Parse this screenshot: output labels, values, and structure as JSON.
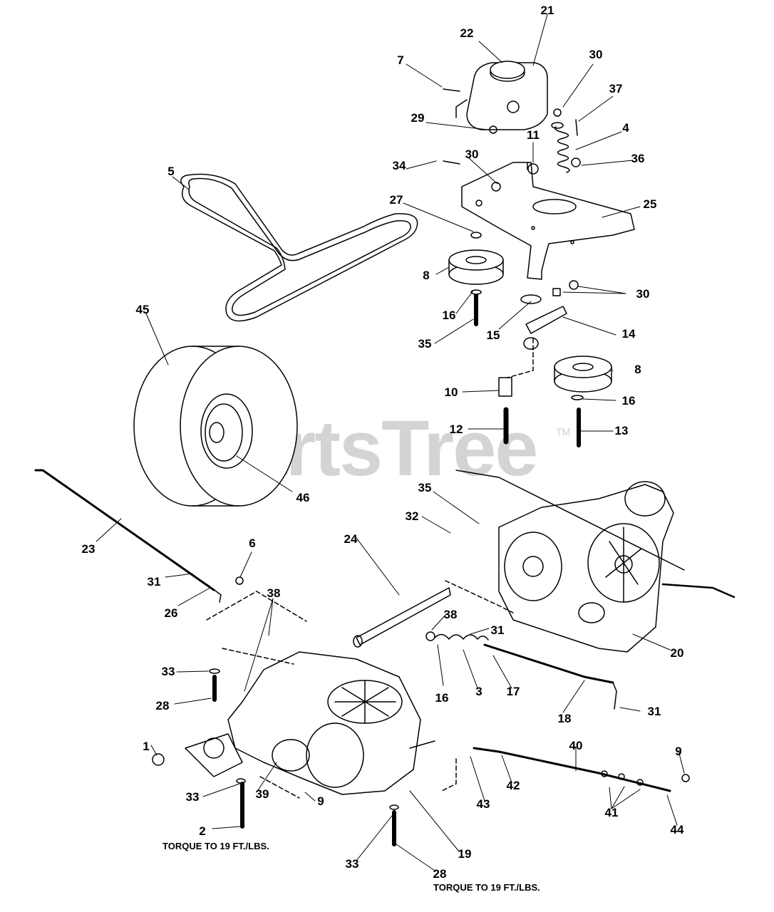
{
  "watermark": {
    "text": "PartsTree",
    "trademark": "TM"
  },
  "torque_notes": [
    "TORQUE TO 19 FT./LBS.",
    "TORQUE TO 19 FT./LBS."
  ],
  "callouts": [
    "21",
    "22",
    "7",
    "30",
    "37",
    "29",
    "4",
    "11",
    "36",
    "34",
    "30",
    "5",
    "27",
    "25",
    "8",
    "30",
    "16",
    "15",
    "14",
    "35",
    "45",
    "8",
    "10",
    "16",
    "12",
    "13",
    "46",
    "35",
    "32",
    "23",
    "6",
    "24",
    "31",
    "26",
    "38",
    "38",
    "31",
    "33",
    "16",
    "3",
    "17",
    "20",
    "28",
    "18",
    "31",
    "1",
    "40",
    "9",
    "33",
    "39",
    "9",
    "42",
    "43",
    "41",
    "2",
    "44",
    "33",
    "19",
    "28"
  ]
}
